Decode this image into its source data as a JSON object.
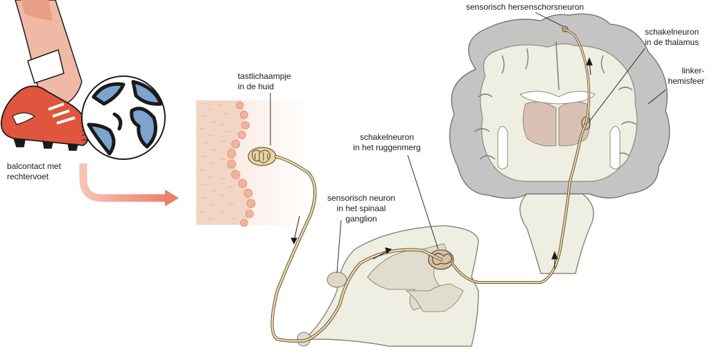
{
  "labels": {
    "ball_contact": [
      "balcontact met",
      "rechtervoet"
    ],
    "touch_receptor": [
      "tastlichaampje",
      "in de huid"
    ],
    "sensory_neuron": [
      "sensorisch neuron",
      "in het spinaal",
      "ganglion"
    ],
    "interneuron_spinal": [
      "schakelneuron",
      "in het ruggenmerg"
    ],
    "cortex_neuron": [
      "sensorisch hersenschorsneuron"
    ],
    "interneuron_thalamus": [
      "schakelneuron",
      "in de thalamus"
    ],
    "left_hemisphere": [
      "linker-",
      "hemisfeer"
    ]
  },
  "colors": {
    "accent_arrow": "#e9806a",
    "shoe_red": "#e0553d",
    "ball_blue": "#7da3cf",
    "nerve": "#c9b08a",
    "tissue": "#efeee2",
    "grey_matter": "#bdbdbd",
    "skin": "#f3c7b4"
  }
}
